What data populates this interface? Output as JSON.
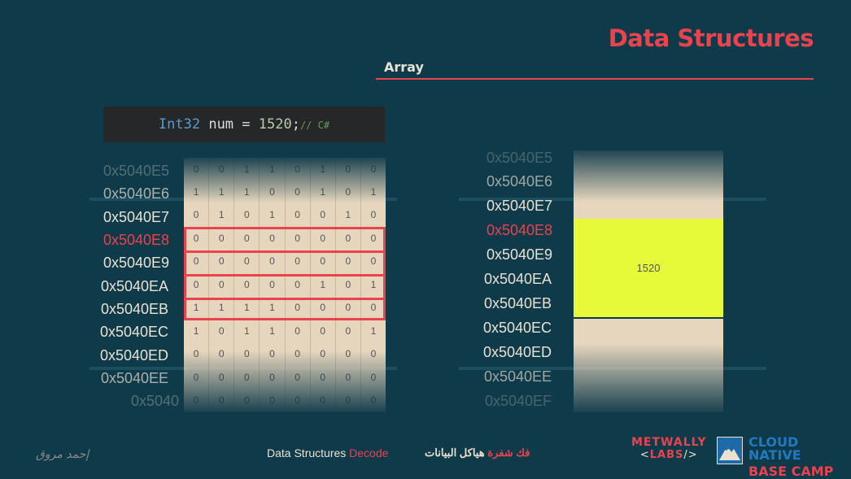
{
  "header": {
    "title": "Data Structures",
    "subtitle": "Array"
  },
  "code": {
    "type": "Int32",
    "rest": " num = ",
    "value": "1520",
    "semicolon": ";",
    "comment": "// C#"
  },
  "left": {
    "addresses": [
      "0x5040E5",
      "0x5040E6",
      "0x5040E7",
      "0x5040E8",
      "0x5040E9",
      "0x5040EA",
      "0x5040EB",
      "0x5040EC",
      "0x5040ED",
      "0x5040EE",
      "0x5040"
    ],
    "bits": [
      [
        "0",
        "0",
        "1",
        "1",
        "0",
        "1",
        "0",
        "0"
      ],
      [
        "1",
        "1",
        "1",
        "0",
        "0",
        "1",
        "0",
        "1"
      ],
      [
        "0",
        "1",
        "0",
        "1",
        "0",
        "0",
        "1",
        "0"
      ],
      [
        "0",
        "0",
        "0",
        "0",
        "0",
        "0",
        "0",
        "0"
      ],
      [
        "0",
        "0",
        "0",
        "0",
        "0",
        "0",
        "0",
        "0"
      ],
      [
        "0",
        "0",
        "0",
        "0",
        "0",
        "1",
        "0",
        "1"
      ],
      [
        "1",
        "1",
        "1",
        "1",
        "0",
        "0",
        "0",
        "0"
      ],
      [
        "1",
        "0",
        "1",
        "1",
        "0",
        "0",
        "0",
        "1"
      ],
      [
        "0",
        "0",
        "0",
        "0",
        "0",
        "0",
        "0",
        "0"
      ],
      [
        "0",
        "0",
        "0",
        "0",
        "0",
        "0",
        "0",
        "0"
      ],
      [
        "0",
        "0",
        "0",
        "0",
        "0",
        "0",
        "0",
        "0"
      ]
    ]
  },
  "right": {
    "addresses": [
      "0x5040E5",
      "0x5040E6",
      "0x5040E7",
      "0x5040E8",
      "0x5040E9",
      "0x5040EA",
      "0x5040EB",
      "0x5040EC",
      "0x5040ED",
      "0x5040EE",
      "0x5040EF"
    ],
    "value": "1520"
  },
  "footer": {
    "signature": "إحمد مروق",
    "center_white": "Data Structures ",
    "center_red": "Decode",
    "arabic_white": "هياكل البيانات",
    "arabic_red": "فك شفرة "
  },
  "logos": {
    "metwally_line1": "METWALLY",
    "metwally_line2": "LABS",
    "metwally_open": "<",
    "metwally_close": "/>",
    "cloud_native": "CLOUD NATIVE",
    "base_camp": "BASE CAMP"
  },
  "colors": {
    "background": "#0f3a4a",
    "accent": "#e8434e",
    "cell": "#e6d6be",
    "highlight": "#e6fa3a"
  }
}
